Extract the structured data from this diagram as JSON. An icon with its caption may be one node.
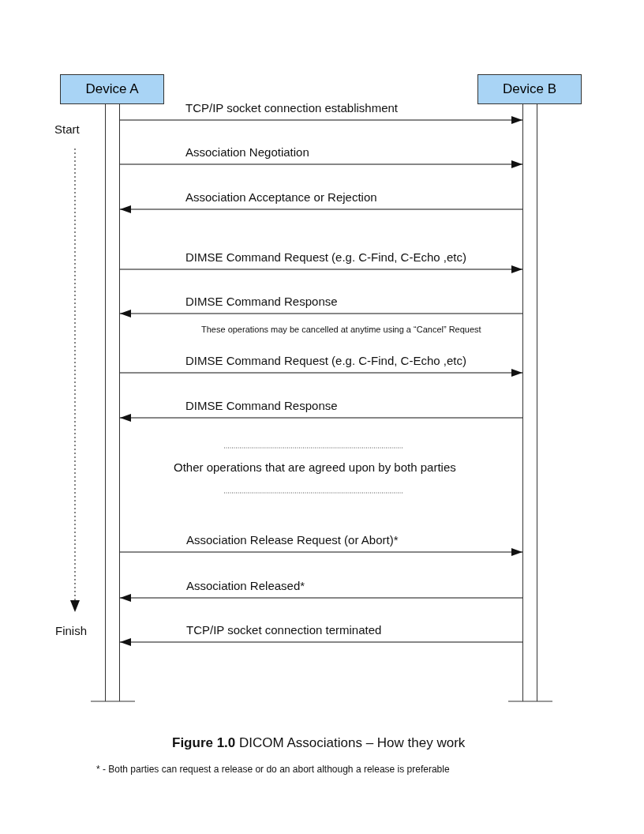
{
  "diagram": {
    "caption": "**Figure 1.0** DICOM Associations – How they work",
    "nodes": [
      {
        "text": [
          "Device A"
        ]
      },
      {
        "text": [
          "Device B"
        ]
      },
      {
        "text": [],
        "shape": "bar"
      },
      {
        "text": [],
        "shape": "bar"
      }
    ],
    "edges": [
      {
        "from": 2,
        "to": 3,
        "arrow": "to",
        "label": "TCP/IP socket connection establishment"
      },
      {
        "from": 2,
        "to": 3,
        "arrow": "to",
        "label": "Association Negotiation"
      },
      {
        "from": 3,
        "to": 2,
        "arrow": "to",
        "label": "Association Acceptance or Rejection"
      },
      {
        "from": 2,
        "to": 3,
        "arrow": "to",
        "label": "DIMSE Command Request (e.g. C-Find, C-Echo ,etc)"
      },
      {
        "from": 3,
        "to": 2,
        "arrow": "to",
        "label": "DIMSE Command Response"
      },
      {
        "from": 2,
        "to": 3,
        "arrow": "to",
        "label": "DIMSE Command Request (e.g. C-Find, C-Echo ,etc)"
      },
      {
        "from": 3,
        "to": 2,
        "arrow": "to",
        "label": "DIMSE Command Response"
      },
      {
        "from": 2,
        "to": 3,
        "arrow": "to",
        "label": "Association Release Request (or Abort)*"
      },
      {
        "from": 3,
        "to": 2,
        "arrow": "to",
        "label": "Association Released*"
      },
      {
        "from": 3,
        "to": 2,
        "arrow": "to",
        "label": "TCP/IP socket connection terminated"
      }
    ],
    "labels": [
      "Start",
      "These operations may be cancelled at anytime using a “Cancel” Request",
      "Other operations that are agreed upon by both parties",
      "Finish",
      "* - Both parties can request a release or do an abort although a release is preferable"
    ]
  }
}
